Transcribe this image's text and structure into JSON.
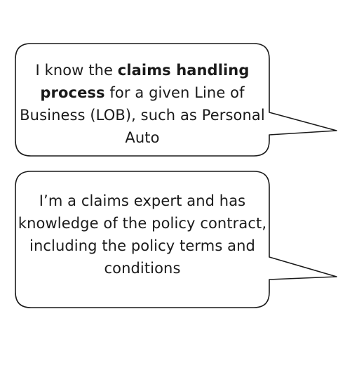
{
  "bubbles": [
    {
      "text_before": "I know the ",
      "text_bold": "claims handling process",
      "text_after": " for a given Line of Business (LOB), such as Personal Auto"
    },
    {
      "text": "I’m a claims expert and has knowledge of the policy contract, including the policy terms and conditions"
    }
  ],
  "colors": {
    "stroke": "#1a1a1a",
    "fill": "#ffffff",
    "text": "#1a1a1a"
  }
}
